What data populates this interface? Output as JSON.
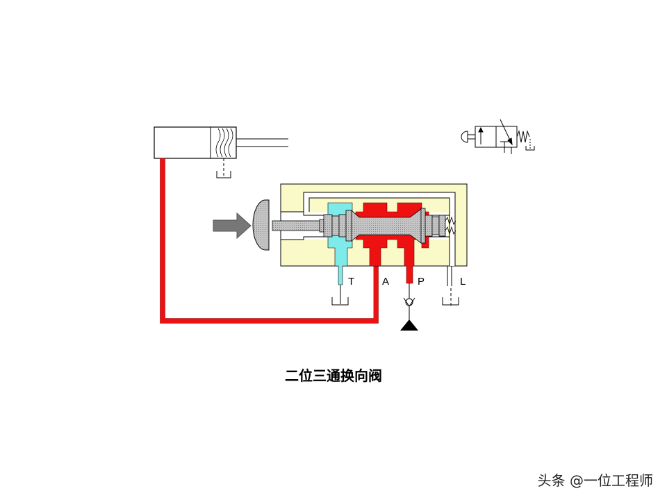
{
  "diagram": {
    "title": "二位三通换向阀",
    "ports": {
      "T": "T",
      "A": "A",
      "P": "P",
      "L": "L"
    },
    "colors": {
      "pressure": "#ee1111",
      "tank": "#7eeaea",
      "body": "#fafac8",
      "spool": "#b8b8b8",
      "arrow": "#777777"
    }
  },
  "watermark": "头条 @一位工程师"
}
